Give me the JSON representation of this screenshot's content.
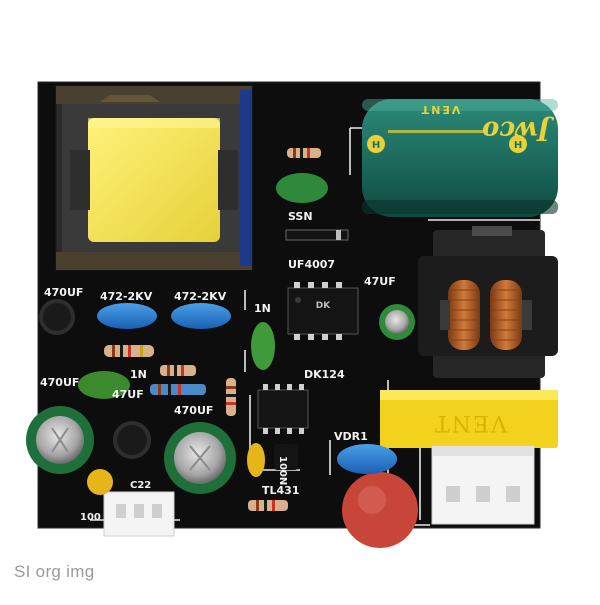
{
  "photo": {
    "watermark": "SI org img",
    "silkscreen": {
      "c_top_left": "470UF",
      "cap_472_left": "472-2KV",
      "cap_472_right": "472-2KV",
      "c_mid_left": "470UF",
      "c_center": "470UF",
      "c_small_left": "47UF",
      "diode_label": "UF4007",
      "ssn": "SSN",
      "r1n": "1N",
      "r1n_b": "1N",
      "cap47": "47UF",
      "ic_label": "DK124",
      "vdr": "VDR1",
      "c22": "C22",
      "c100": "100",
      "tl431": "TL431",
      "r100n": "100N"
    },
    "capacitor_brand": "Jwco",
    "capacitor_vent": "VENT",
    "ic_mark": "DK",
    "varistor_mark": "VENT"
  }
}
